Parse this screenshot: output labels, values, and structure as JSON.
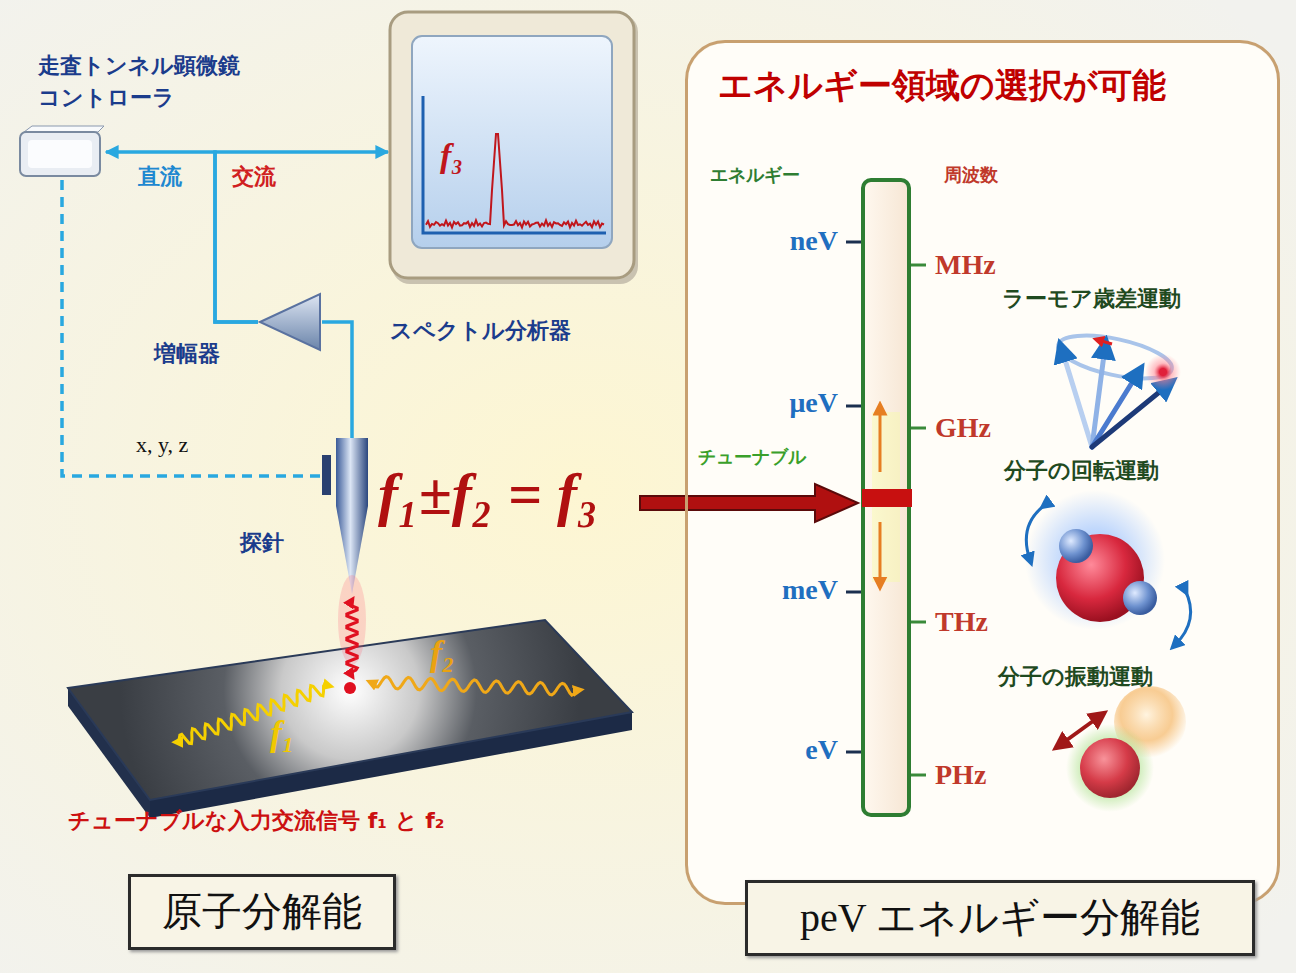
{
  "diagram": {
    "nodes": [
      {
        "text": [
          "走査トンネル顕微鏡 コントローラ"
        ]
      },
      {
        "text": [
          "f₃",
          "スペクトル分析器"
        ]
      },
      {
        "text": [
          "増幅器"
        ]
      },
      {
        "text": [
          "探針"
        ]
      },
      {
        "text": [
          "f₁",
          "f₂",
          "チューナブルな入力交流信号 f₁ と f₂"
        ]
      },
      {
        "text": [
          "エネルギー領域の選択が可能"
        ]
      },
      {
        "text": [
          "原子分解能"
        ]
      },
      {
        "text": [
          "peV エネルギー分解能"
        ]
      }
    ],
    "edges": [
      {
        "from": 2,
        "to": 0,
        "arrow": "to",
        "label": "直流"
      },
      {
        "from": 2,
        "to": 1,
        "arrow": "to",
        "label": "交流"
      },
      {
        "from": 3,
        "to": 2,
        "arrow": "none"
      },
      {
        "from": 0,
        "to": 3,
        "arrow": "none",
        "label": "x, y, z"
      }
    ],
    "labels": [
      "f₁±f₂ = f₃",
      "エネルギー",
      "周波数",
      "neV",
      "μeV",
      "meV",
      "eV",
      "MHz",
      "GHz",
      "THz",
      "PHz",
      "チューナブル",
      "ラーモア歳差運動",
      "分子の回転運動",
      "分子の振動運動"
    ]
  }
}
